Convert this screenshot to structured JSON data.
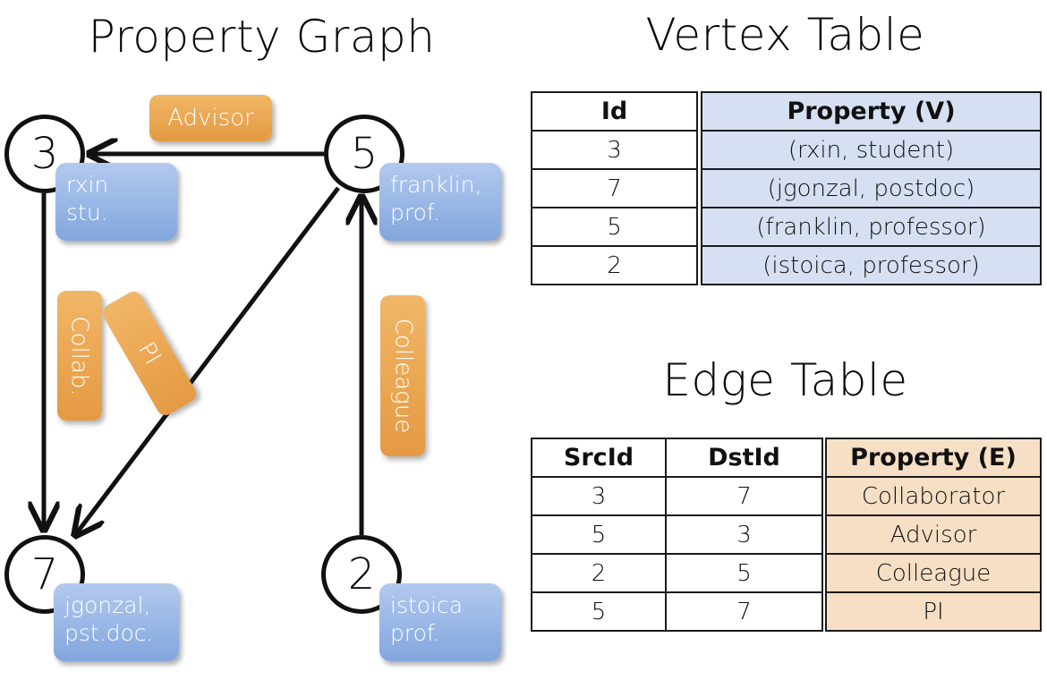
{
  "titles": {
    "property_graph": "Property Graph",
    "vertex_table": "Vertex Table",
    "edge_table": "Edge Table"
  },
  "graph": {
    "nodes": [
      {
        "id": "3",
        "property": "rxin\nstu."
      },
      {
        "id": "5",
        "property": "franklin,\nprof."
      },
      {
        "id": "7",
        "property": "jgonzal,\npst.doc."
      },
      {
        "id": "2",
        "property": "istoica\nprof."
      }
    ],
    "edge_labels": {
      "advisor": "Advisor",
      "collab": "Collab.",
      "pi": "PI",
      "colleague": "Colleague"
    },
    "edges": [
      {
        "src": "5",
        "dst": "3",
        "label": "Advisor"
      },
      {
        "src": "3",
        "dst": "7",
        "label": "Collab."
      },
      {
        "src": "5",
        "dst": "7",
        "label": "PI"
      },
      {
        "src": "2",
        "dst": "5",
        "label": "Colleague"
      }
    ]
  },
  "vertex_table": {
    "headers": [
      "Id",
      "Property (V)"
    ],
    "rows": [
      {
        "id": "3",
        "property": "(rxin, student)"
      },
      {
        "id": "7",
        "property": "(jgonzal, postdoc)"
      },
      {
        "id": "5",
        "property": "(franklin, professor)"
      },
      {
        "id": "2",
        "property": "(istoica, professor)"
      }
    ]
  },
  "edge_table": {
    "headers": [
      "SrcId",
      "DstId",
      "Property (E)"
    ],
    "rows": [
      {
        "src": "3",
        "dst": "7",
        "property": "Collaborator"
      },
      {
        "src": "5",
        "dst": "3",
        "property": "Advisor"
      },
      {
        "src": "2",
        "dst": "5",
        "property": "Colleague"
      },
      {
        "src": "5",
        "dst": "7",
        "property": "PI"
      }
    ]
  },
  "colors": {
    "vertex_property_fill": "#d6e0f2",
    "edge_property_fill": "#f7dfc5",
    "node_callout_blue": "#a2bde9",
    "edge_callout_orange": "#eca955",
    "stroke": "#111111",
    "background": "#ffffff"
  }
}
